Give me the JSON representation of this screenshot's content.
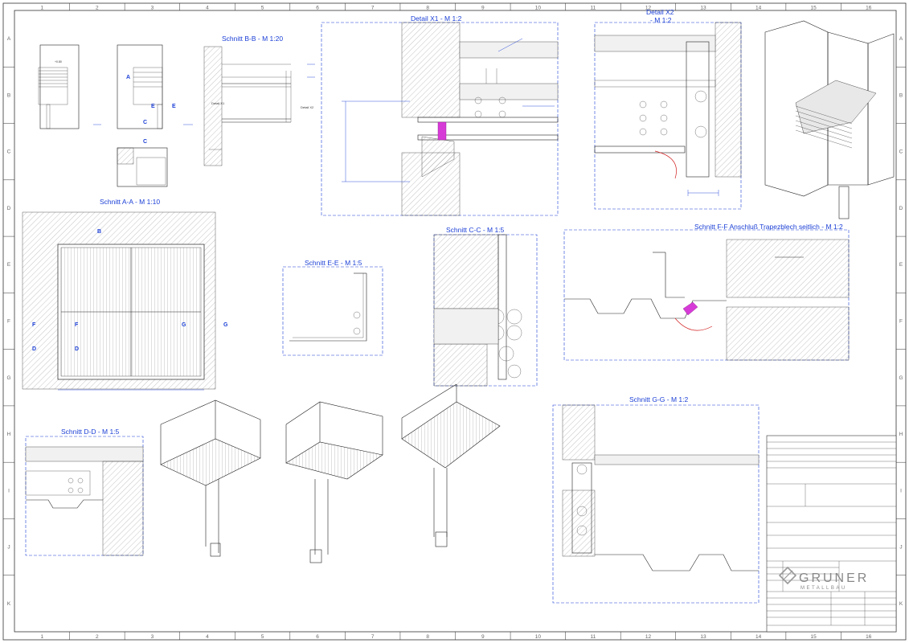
{
  "sheet": {
    "grid_columns": [
      "1",
      "2",
      "3",
      "4",
      "5",
      "6",
      "7",
      "8",
      "9",
      "10",
      "11",
      "12",
      "13",
      "14",
      "15",
      "16"
    ],
    "grid_rows": [
      "A",
      "B",
      "C",
      "D",
      "E",
      "F",
      "G",
      "H",
      "I",
      "J",
      "K"
    ]
  },
  "views": {
    "schnitt_bb": "Schnitt B-B - M 1:20",
    "detail_x1": "Detail X1 - M 1:2",
    "detail_x2_line1": "Detail X2",
    "detail_x2_line2": "- M 1:2",
    "schnitt_aa": "Schnitt A-A - M 1:10",
    "schnitt_ee": "Schnitt E-E - M 1:5",
    "schnitt_cc": "Schnitt C-C - M 1:5",
    "schnitt_ff": "Schnitt F-F  Anschluß Trapezblech seitlich - M 1:2",
    "schnitt_dd": "Schnitt D-D - M 1:5",
    "schnitt_gg": "Schnitt G-G - M 1:2"
  },
  "callouts": {
    "detail_x1": "Detail X1",
    "detail_x2": "Detail X2",
    "a": "A",
    "b": "B",
    "c": "C",
    "d": "D",
    "e": "E",
    "f": "F",
    "g": "G"
  },
  "title_block": {
    "logo_name": "GRUNER",
    "logo_sub": "METALLBAU"
  },
  "colors": {
    "frame": "#333333",
    "blue": "#1b3fd6",
    "magenta": "#d73bd7",
    "red": "#d21f1f"
  }
}
